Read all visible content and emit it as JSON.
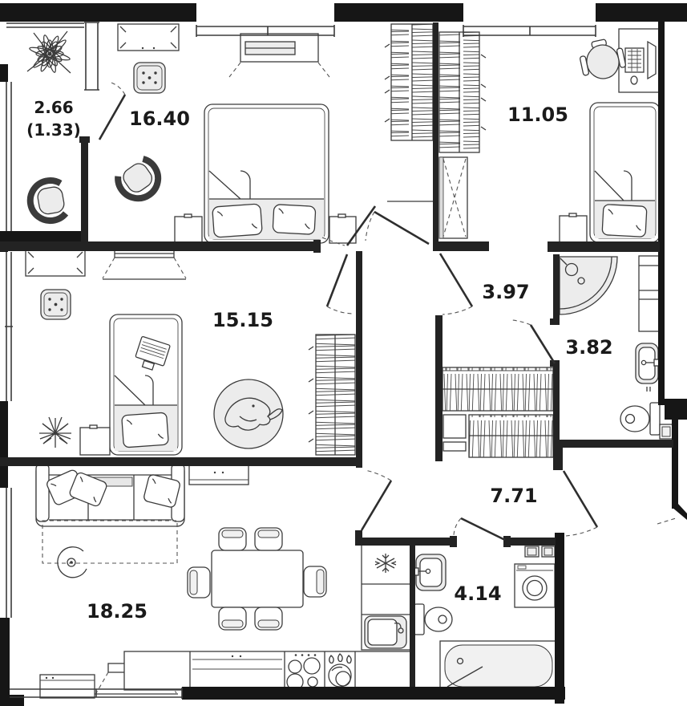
{
  "plan_title": "apartment-floor-plan",
  "rooms": [
    {
      "id": "balcony",
      "label": "2.66",
      "label_secondary": "(1.33)"
    },
    {
      "id": "bedroom-main",
      "label": "16.40"
    },
    {
      "id": "bedroom-child",
      "label": "11.05"
    },
    {
      "id": "bedroom-second",
      "label": "15.15"
    },
    {
      "id": "hallway-upper",
      "label": "3.97"
    },
    {
      "id": "bathroom-shower",
      "label": "3.82"
    },
    {
      "id": "hallway-entry",
      "label": "7.71"
    },
    {
      "id": "living-kitchen",
      "label": "18.25"
    },
    {
      "id": "bathroom-wc",
      "label": "4.14"
    }
  ],
  "colors": {
    "background": "#ffffff",
    "exterior_wall": "#161616",
    "interior_wall": "#232323",
    "drawing_line": "#3b3b3b",
    "furniture_fill": "#ececec",
    "label_text": "#1a1a1a"
  }
}
